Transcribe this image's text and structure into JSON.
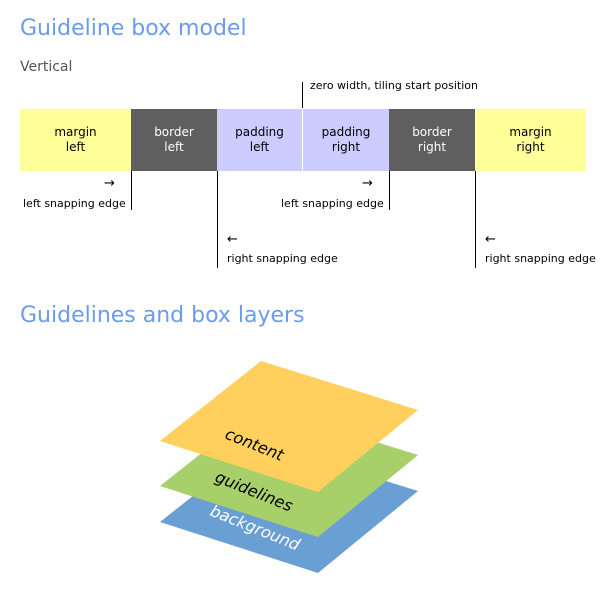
{
  "titles": {
    "box_model": "Guideline box model",
    "orientation": "Vertical",
    "layers": "Guidelines and box layers"
  },
  "box_model": {
    "start_note": "zero width, tiling start position",
    "segments": [
      {
        "label": "margin\nleft",
        "color": "#ffff99",
        "text_color": "#000000"
      },
      {
        "label": "border\nleft",
        "color": "#5f5f5f",
        "text_color": "#ffffff"
      },
      {
        "label": "padding\nleft",
        "color": "#ccccff",
        "text_color": "#000000"
      },
      {
        "label": "padding\nright",
        "color": "#ccccff",
        "text_color": "#000000"
      },
      {
        "label": "border\nright",
        "color": "#5f5f5f",
        "text_color": "#ffffff"
      },
      {
        "label": "margin\nright",
        "color": "#ffff99",
        "text_color": "#000000"
      }
    ],
    "arrows": {
      "right": "→",
      "left": "←"
    },
    "edges": {
      "left_snapping_1": "left snapping edge",
      "left_snapping_2": "left snapping edge",
      "right_snapping_1": "right snapping edge",
      "right_snapping_2": "right snapping edge"
    }
  },
  "layers": {
    "content": {
      "label": "content",
      "color": "#ffd05e"
    },
    "guidelines": {
      "label": "guidelines",
      "color": "#a8d06a"
    },
    "background": {
      "label": "background",
      "color": "#6a9fd4"
    }
  }
}
